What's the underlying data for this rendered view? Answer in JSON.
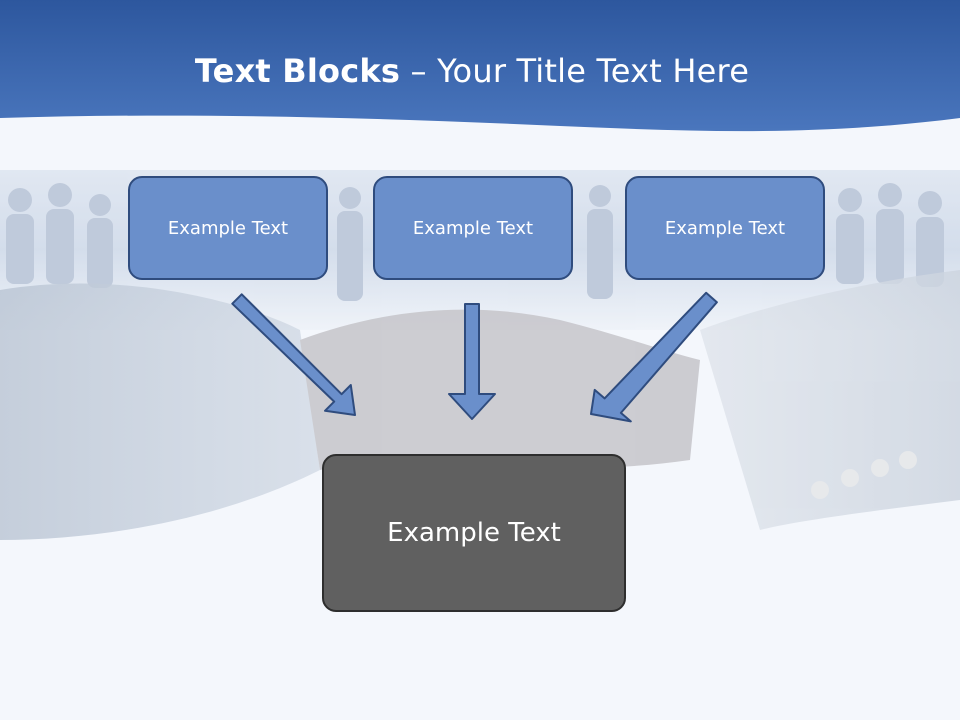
{
  "title": {
    "bold": "Text Blocks",
    "dash": " – ",
    "rest": "Your Title Text Here"
  },
  "blocks": [
    {
      "label": "Example Text"
    },
    {
      "label": "Example Text"
    },
    {
      "label": "Example Text"
    }
  ],
  "target": {
    "label": "Example Text"
  },
  "colors": {
    "header": "#3b65ad",
    "block_fill": "#6a8fcb",
    "block_border": "#2f4c7e",
    "target_fill": "#606060",
    "arrow_fill": "#6a8fcb"
  }
}
